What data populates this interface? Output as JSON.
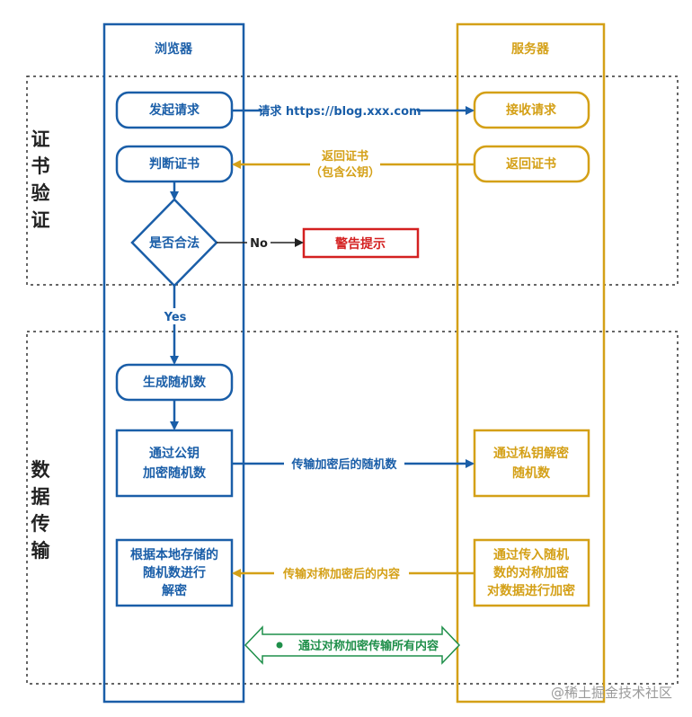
{
  "lanes": {
    "browser": "浏览器",
    "server": "服务器"
  },
  "sections": {
    "cert": [
      "证",
      "书",
      "验",
      "证"
    ],
    "transfer": [
      "数",
      "据",
      "传",
      "输"
    ]
  },
  "nodes": {
    "initiate_request": "发起请求",
    "judge_cert": "判断证书",
    "is_legal": "是否合法",
    "warning": "警告提示",
    "gen_random": "生成随机数",
    "encrypt_random": [
      "通过公钥",
      "加密随机数"
    ],
    "decrypt_local": [
      "根据本地存储的",
      "随机数进行",
      "解密"
    ],
    "receive_request": "接收请求",
    "return_cert": "返回证书",
    "private_decrypt": [
      "通过私钥解密",
      "随机数"
    ],
    "sym_encrypt": [
      "通过传入随机",
      "数的对称加密",
      "对数据进行加密"
    ]
  },
  "edges": {
    "request": "请求 https://blog.xxx.com",
    "return_cert": [
      "返回证书",
      "（包含公钥）"
    ],
    "no": "No",
    "yes": "Yes",
    "send_encrypted": "传输加密后的随机数",
    "send_sym_content": "传输对称加密后的内容",
    "all_content": "通过对称加密传输所有内容"
  },
  "watermark": "@稀土掘金技术社区",
  "colors": {
    "browser": "#1a5ea8",
    "server": "#d4a017",
    "warning": "#d42020",
    "bidirectional": "#1f8f4a",
    "dashed": "#333333"
  }
}
